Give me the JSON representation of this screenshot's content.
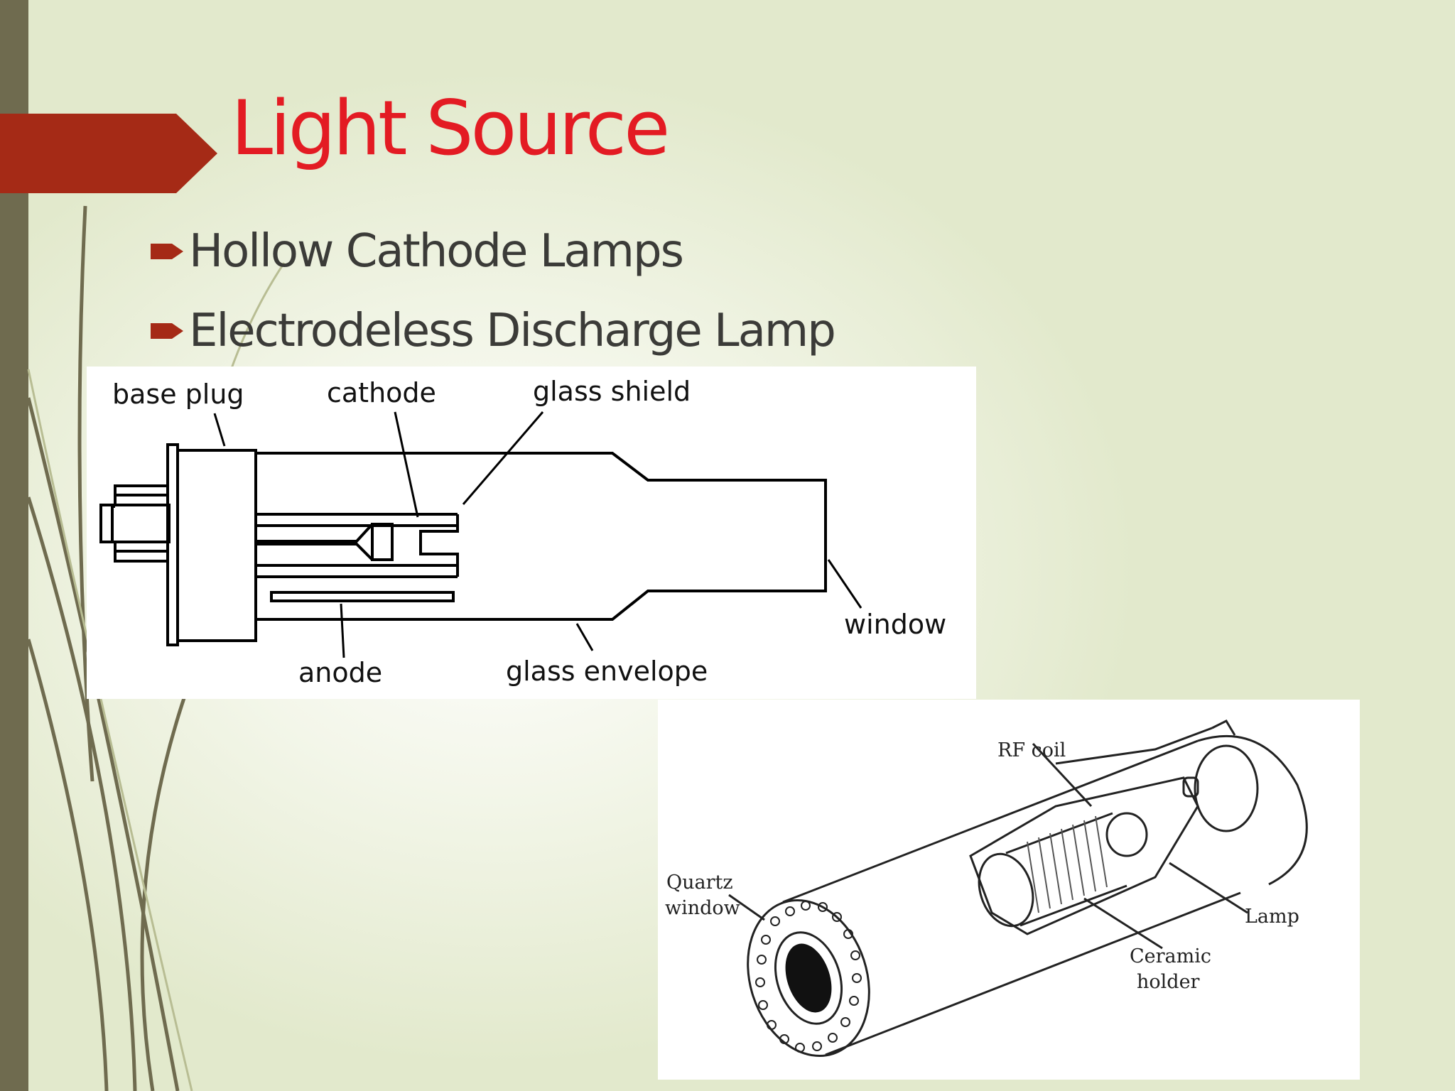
{
  "slide": {
    "title": "Light Source",
    "bullets": [
      "Hollow Cathode Lamps",
      "Electrodeless Discharge Lamp"
    ]
  },
  "colors": {
    "title": "#e31b23",
    "banner": "#a52a16",
    "left_bar": "#6f6b4f",
    "bullet_text": "#3b3b38"
  },
  "hollow_cathode_diagram": {
    "labels": {
      "base_plug": "base plug",
      "cathode": "cathode",
      "glass_shield": "glass shield",
      "window": "window",
      "anode": "anode",
      "glass_envelope": "glass envelope"
    }
  },
  "electrodeless_diagram": {
    "labels": {
      "rf_coil": "RF coil",
      "quartz_window_line1": "Quartz",
      "quartz_window_line2": "window",
      "lamp": "Lamp",
      "ceramic_holder_line1": "Ceramic",
      "ceramic_holder_line2": "holder"
    }
  }
}
